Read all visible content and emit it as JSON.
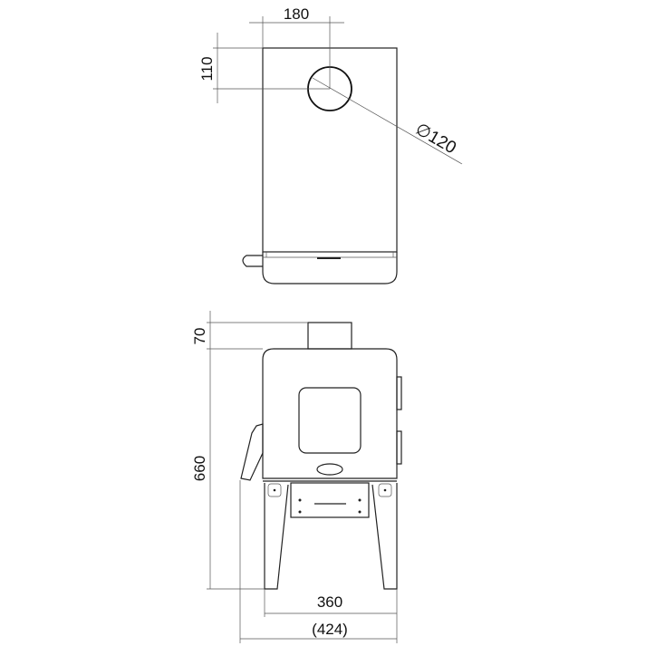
{
  "top_view": {
    "dim_width_offset": "180",
    "dim_depth_offset": "110",
    "dim_flue_diameter": "∅120"
  },
  "front_view": {
    "dim_flue_height": "70",
    "dim_body_height": "660",
    "dim_body_width": "360",
    "dim_overall_width": "(424)"
  }
}
